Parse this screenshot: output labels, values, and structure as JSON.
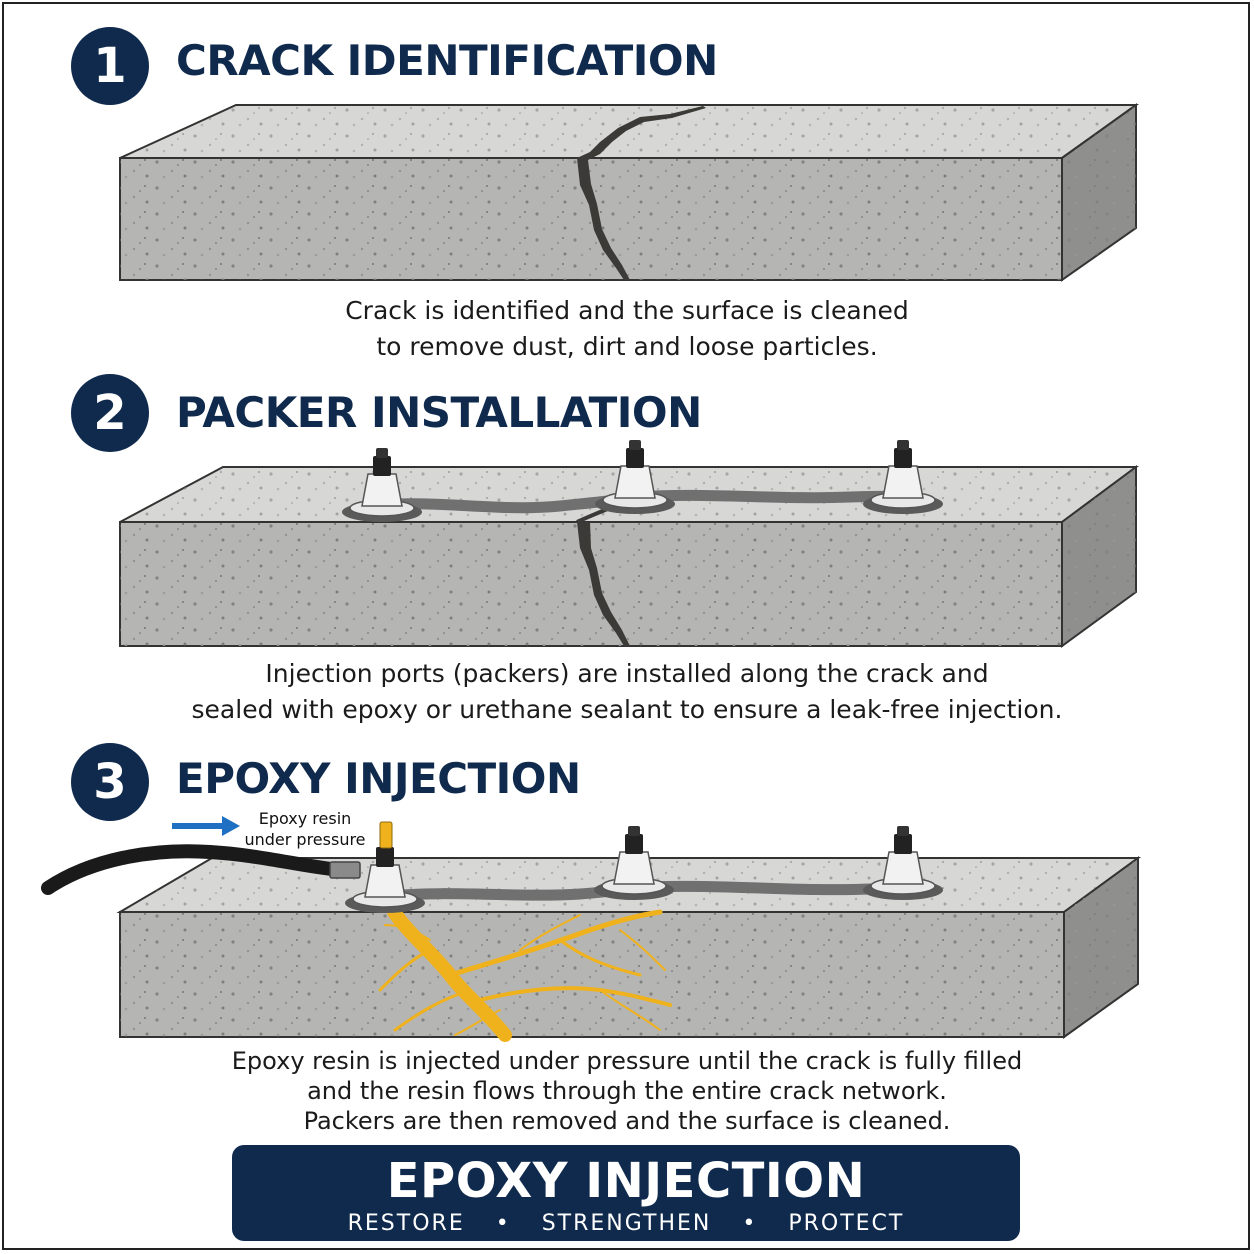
{
  "steps": [
    {
      "number": "1",
      "title": "CRACK IDENTIFICATION",
      "caption": [
        "Crack is identified and the surface is cleaned",
        "to remove dust, dirt and loose particles."
      ]
    },
    {
      "number": "2",
      "title": "PACKER INSTALLATION",
      "caption": [
        "Injection ports (packers) are installed along the crack and",
        "sealed with epoxy or urethane sealant to ensure a leak-free injection."
      ]
    },
    {
      "number": "3",
      "title": "EPOXY INJECTION",
      "caption": [
        "Epoxy resin is injected under pressure until the crack is fully filled",
        "and the resin flows through the entire crack network.",
        "Packers are then removed and the surface is cleaned."
      ]
    }
  ],
  "annotation": {
    "line1": "Epoxy resin",
    "line2": "under pressure"
  },
  "banner": {
    "title": "EPOXY INJECTION",
    "taglines": [
      "RESTORE",
      "STRENGTHEN",
      "PROTECT"
    ],
    "separator": "•"
  },
  "colors": {
    "navy": "#0f2a4d",
    "concrete_top": "#d7d7d5",
    "concrete_front": "#b5b5b3",
    "concrete_side": "#8f8f8d",
    "crack": "#3b3a36",
    "epoxy": "#f0b21c",
    "arrow": "#1f6fc2"
  },
  "icons": [
    "packer-icon",
    "injection-hose-icon",
    "arrow-right-icon"
  ]
}
